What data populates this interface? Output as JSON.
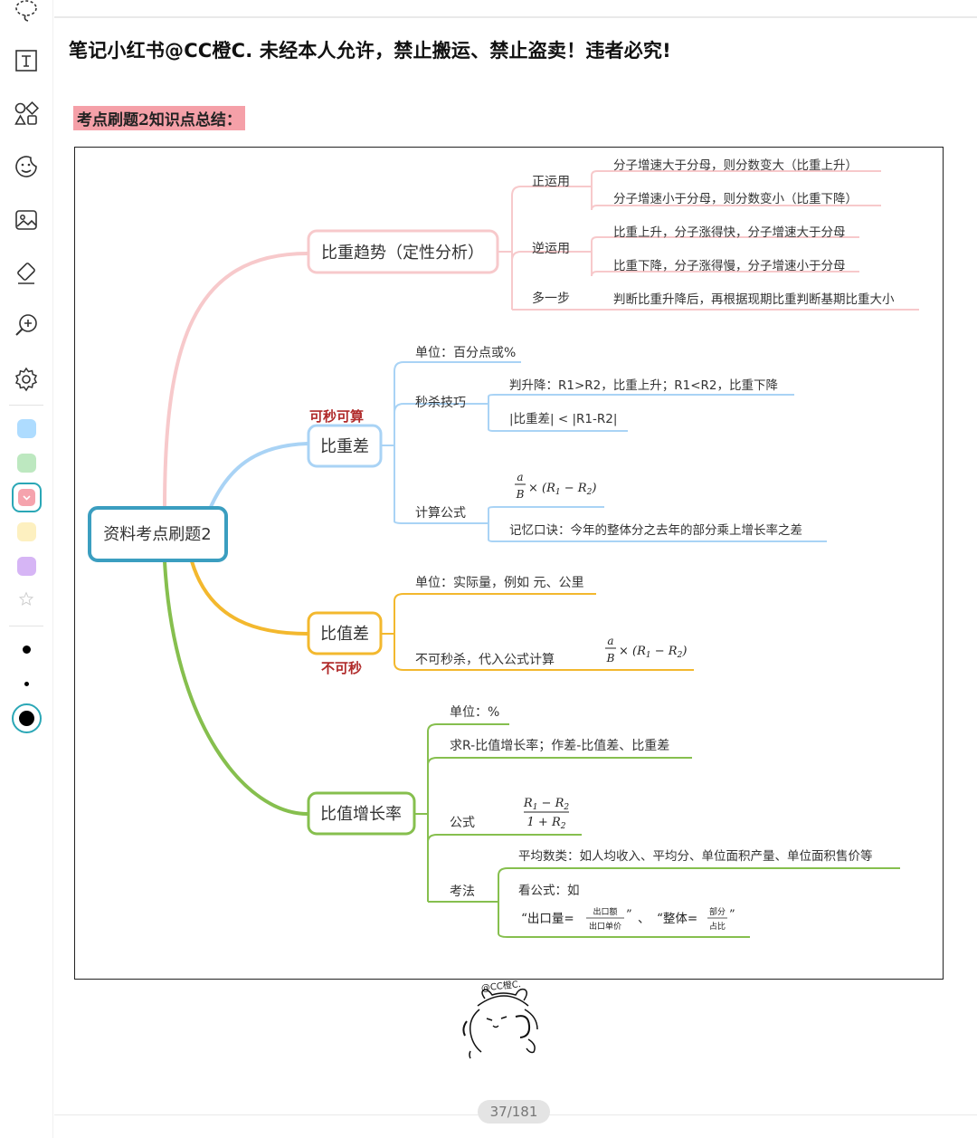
{
  "notice": "笔记小红书@CC橙C. 未经本人允许，禁止搬运、禁止盗卖！违者必究!",
  "summary_heading": "考点刷题2知识点总结：",
  "toolbar": {
    "tools": [
      "lasso-icon",
      "text-icon",
      "shapes-icon",
      "sticker-icon",
      "image-icon",
      "eraser-icon",
      "zoom-icon",
      "settings-icon"
    ],
    "colors": [
      "#aedcff",
      "#bde8c0",
      "#f5a3ad",
      "#fdf0c0",
      "#d6b5f5"
    ],
    "selected_color": "#f5a3ad",
    "stroke_sizes": [
      "small",
      "tiny",
      "large"
    ]
  },
  "mindmap": {
    "root": "资料考点刷题2",
    "branches": [
      {
        "title": "比重趋势（定性分析）",
        "color": "#f5c6c8",
        "groups": [
          {
            "label": "正运用",
            "items": [
              "分子增速大于分母，则分数变大（比重上升）",
              "分子增速小于分母，则分数变小（比重下降）"
            ]
          },
          {
            "label": "逆运用",
            "items": [
              "比重上升，分子涨得快，分子增速大于分母",
              "比重下降，分子涨得慢，分子增速小于分母"
            ]
          },
          {
            "label": "多一步",
            "items": [
              "判断比重升降后，再根据现期比重判断基期比重大小"
            ]
          }
        ]
      },
      {
        "title": "比重差",
        "color": "#a9d3f5",
        "note": "可秒可算",
        "unit": "单位：百分点或%",
        "trick_label": "秒杀技巧",
        "trick_items": [
          "判升降：R1>R2，比重上升；R1<R2，比重下降",
          "|比重差| < |R1-R2|"
        ],
        "formula_label": "计算公式",
        "formula": {
          "num": "a",
          "den": "B",
          "rest": "× (R",
          "sub1": "1",
          "minus": " − R",
          "sub2": "2",
          "close": ")"
        },
        "mnemonic": "记忆口诀：今年的整体分之去年的部分乘上增长率之差"
      },
      {
        "title": "比值差",
        "color": "#f3b82e",
        "note": "不可秒",
        "unit": "单位：实际量，例如 元、公里",
        "calc": "不可秒杀，代入公式计算",
        "formula": {
          "num": "a",
          "den": "B",
          "rest": "× (R",
          "sub1": "1",
          "minus": " − R",
          "sub2": "2",
          "close": ")"
        }
      },
      {
        "title": "比值增长率",
        "color": "#86bf4e",
        "unit": "单位：%",
        "find": "求R-比值增长率；作差-比值差、比重差",
        "formula_label": "公式",
        "formula": {
          "num_a": "R",
          "num_sub1": "1",
          "num_mid": " − R",
          "num_sub2": "2",
          "den_a": "1 + R",
          "den_sub": "2"
        },
        "method_label": "考法",
        "avg": "平均数类：如人均收入、平均分、单位面积产量、单位面积售价等",
        "look": "看公式：如",
        "ex1": {
          "pre": "“出口量=",
          "num": "出口额",
          "den": "出口单价",
          "post": "”"
        },
        "sep": "、",
        "ex2": {
          "pre": "“整体=",
          "num": "部分",
          "den": "占比",
          "post": "”"
        }
      }
    ]
  },
  "mascot_signature": "@CC橙C.",
  "page_indicator": "37/181"
}
